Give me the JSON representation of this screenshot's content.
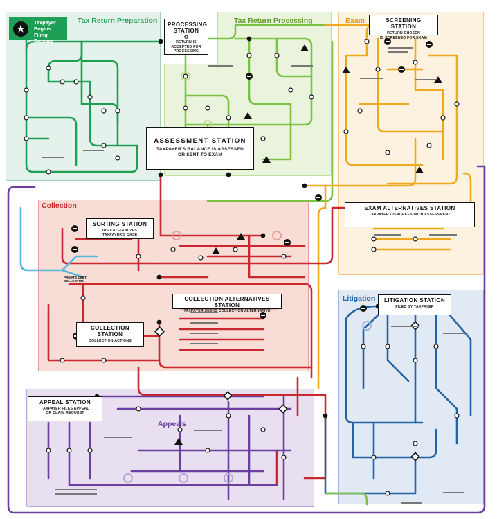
{
  "start": {
    "label_line1": "Taxpayer",
    "label_line2": "Begins Filing",
    "label_line3": "Process"
  },
  "regions": {
    "tax_return_preparation": "Tax Return Preparation",
    "tax_return_processing": "Tax Return Processing",
    "exam": "Exam",
    "collection": "Collection",
    "litigation": "Litigation",
    "appeals": "Appeals"
  },
  "stations": {
    "processing": {
      "title_line1": "PROCESSING",
      "title_line2": "STATION",
      "sub_line1": "RETURN IS",
      "sub_line2": "ACCEPTED FOR",
      "sub_line3": "PROCESSING"
    },
    "screening": {
      "title": "SCREENING STATION",
      "sub_line1": "RETURN CHOSEN",
      "sub_line2": "IS SCREENED FOR EXAM"
    },
    "assessment": {
      "title": "ASSESSMENT STATION",
      "sub_line1": "TAXPAYER'S BALANCE IS ASSESSED",
      "sub_line2": "OR SENT TO EXAM"
    },
    "exam_alternatives": {
      "title": "EXAM ALTERNATIVES STATION",
      "sub": "TAXPAYER DISAGREES WITH ASSESSMENT"
    },
    "sorting": {
      "title": "SORTING STATION",
      "sub_line1": "IRS CATEGORIZES",
      "sub_line2": "TAXPAYER'S CASE"
    },
    "collection_alternatives": {
      "title": "COLLECTION ALTERNATIVES STATION",
      "sub": "TAXPAYER SEEKS COLLECTION ALTERNATIVE"
    },
    "collection": {
      "title_line1": "COLLECTION",
      "title_line2": "STATION",
      "sub": "COLLECTION ACTIONS"
    },
    "litigation": {
      "title": "LITIGATION STATION",
      "sub": "FILED BY TAXPAYER"
    },
    "appeal": {
      "title": "APPEAL STATION",
      "sub_line1": "TAXPAYER FILES APPEAL",
      "sub_line2": "OR CLAIM REQUEST"
    }
  },
  "small_labels": {
    "private_debt": "PRIVATE DEBT COLLECTION"
  },
  "colors": {
    "prep_green": "#1f9e55",
    "processing_green": "#7cc242",
    "exam_orange": "#f0a81c",
    "collection_red": "#c8282e",
    "litigation_blue": "#2363a8",
    "appeals_purple": "#6b3fa0",
    "light_blue": "#5bb5d8",
    "prep_bg": "#e5f2ec",
    "processing_bg": "#eaf4dc",
    "exam_bg": "#fdf2df",
    "collection_bg": "#f8dcd6",
    "litigation_bg": "#e1e9f4",
    "appeals_bg": "#e8e0f0"
  }
}
